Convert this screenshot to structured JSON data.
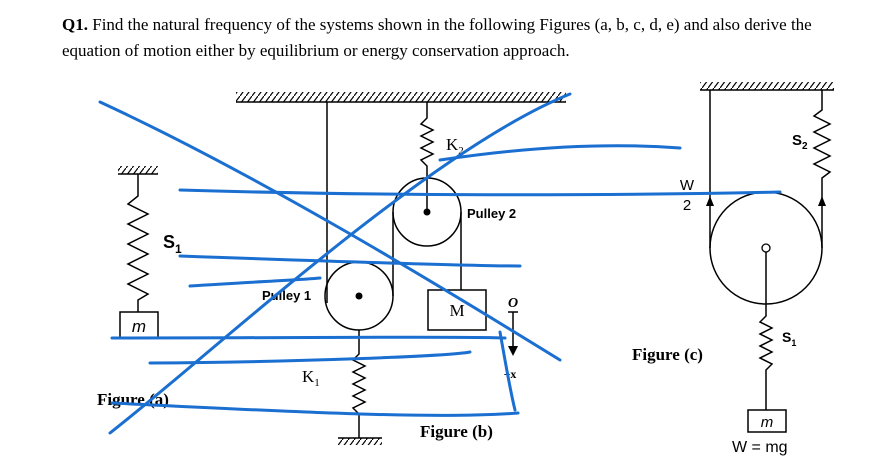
{
  "question": {
    "number": "Q1.",
    "text": "Find the natural frequency of the systems shown in the following Figures (a, b, c, d, e) and also derive the equation of motion either by equilibrium or energy conservation approach."
  },
  "figure_a": {
    "caption": "Figure (a)",
    "spring_label": "S",
    "spring_sub": "1",
    "mass_label": "m"
  },
  "figure_b": {
    "caption": "Figure (b)",
    "k2_label": "K",
    "k2_sub": "2",
    "k1_label": "K",
    "k1_sub": "1",
    "pulley1_label": "Pulley 1",
    "pulley2_label": "Pulley 2",
    "mass_label": "M",
    "origin_label": "O",
    "direction_label": "+x"
  },
  "figure_c": {
    "caption": "Figure (c)",
    "tension_num": "W",
    "tension_den": "2",
    "s2_label": "S",
    "s2_sub": "2",
    "s1_label": "S",
    "s1_sub": "1",
    "mass_label": "m",
    "weight_label": "W = mg"
  },
  "annotation_color": "#1a6fd0"
}
